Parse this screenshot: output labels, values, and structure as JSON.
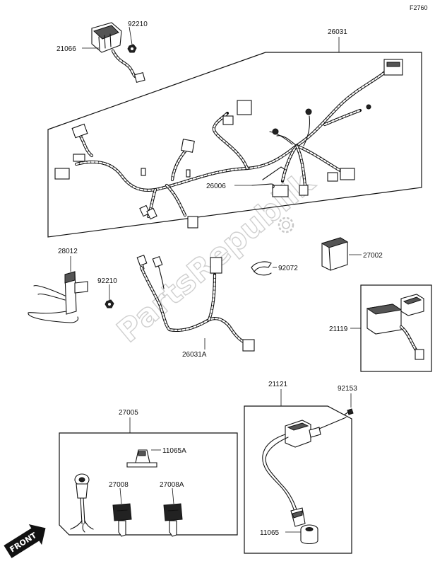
{
  "diagram_code": "F2760",
  "watermark": "PartsRepublik",
  "front_badge": "FRONT",
  "parts": {
    "p21066": "21066",
    "p92210_top": "92210",
    "p26031": "26031",
    "p26006": "26006",
    "p28012": "28012",
    "p92210_mid": "92210",
    "p92072": "92072",
    "p27002": "27002",
    "p26031A": "26031A",
    "p21119": "21119",
    "p27005": "27005",
    "p11065A": "11065A",
    "p27008": "27008",
    "p27008A": "27008A",
    "p21121": "21121",
    "p92153": "92153",
    "p11065": "11065"
  }
}
